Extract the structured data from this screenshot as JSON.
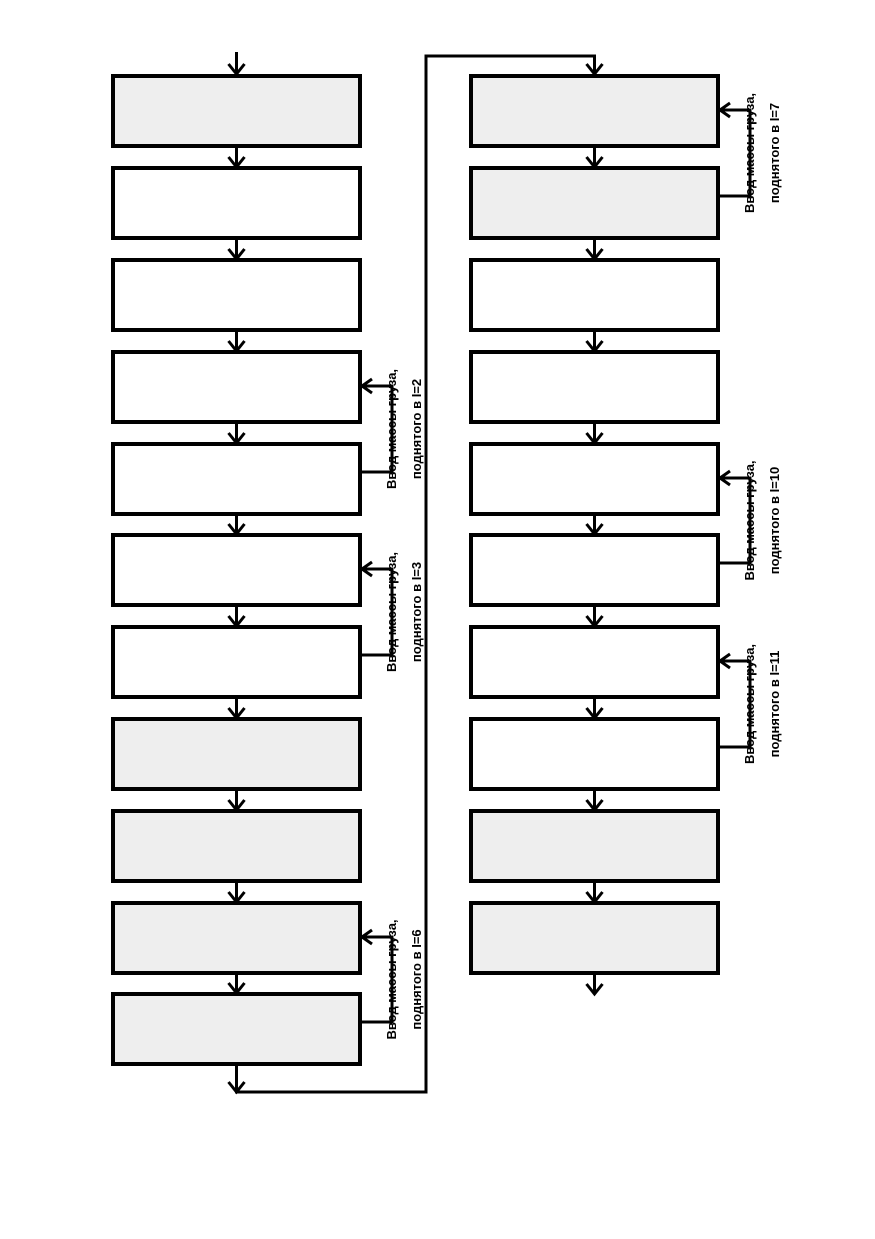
{
  "colors": {
    "stroke": "#000000",
    "fill_shaded": "#eeeeee",
    "fill_plain": "#ffffff"
  },
  "columns": [
    {
      "blocks": [
        {
          "shaded": true
        },
        {
          "shaded": false
        },
        {
          "shaded": false
        },
        {
          "shaded": false
        },
        {
          "shaded": false
        },
        {
          "shaded": false
        },
        {
          "shaded": false
        },
        {
          "shaded": true
        },
        {
          "shaded": true
        },
        {
          "shaded": true
        },
        {
          "shaded": true
        }
      ]
    },
    {
      "blocks": [
        {
          "shaded": true
        },
        {
          "shaded": true
        },
        {
          "shaded": false
        },
        {
          "shaded": false
        },
        {
          "shaded": false
        },
        {
          "shaded": false
        },
        {
          "shaded": false
        },
        {
          "shaded": false
        },
        {
          "shaded": true
        },
        {
          "shaded": true
        }
      ]
    }
  ],
  "loops": [
    {
      "column": 0,
      "from_block": 4,
      "to_block": 3,
      "line1": "Ввод массы груза,",
      "line2": "поднятого в I=2"
    },
    {
      "column": 0,
      "from_block": 6,
      "to_block": 5,
      "line1": "Ввод массы груза,",
      "line2": "поднятого в I=3"
    },
    {
      "column": 0,
      "from_block": 10,
      "to_block": 9,
      "line1": "Ввод массы груза,",
      "line2": "поднятого в I=6"
    },
    {
      "column": 1,
      "from_block": 1,
      "to_block": 0,
      "line1": "Ввод массы груза,",
      "line2": "поднятого в I=7"
    },
    {
      "column": 1,
      "from_block": 5,
      "to_block": 4,
      "line1": "Ввод массы груза,",
      "line2": "поднятого в I=10"
    },
    {
      "column": 1,
      "from_block": 7,
      "to_block": 6,
      "line1": "Ввод массы груза,",
      "line2": "поднятого в I=11"
    }
  ]
}
